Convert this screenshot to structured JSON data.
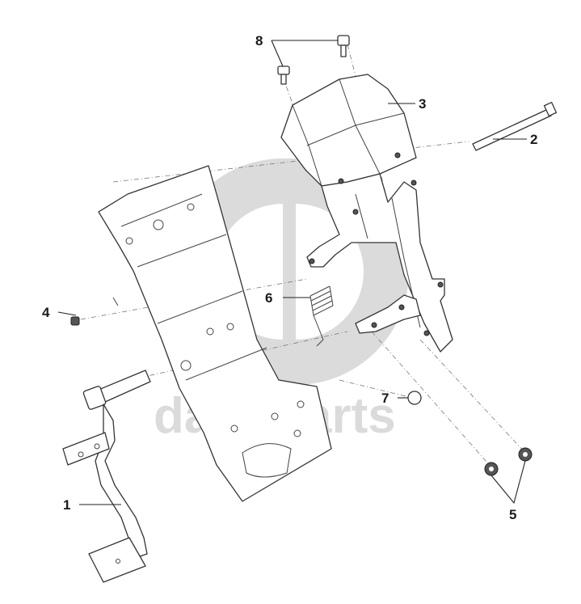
{
  "diagram": {
    "watermark": {
      "text": "data-parts"
    },
    "callouts": [
      {
        "id": "1",
        "label": "1"
      },
      {
        "id": "2",
        "label": "2"
      },
      {
        "id": "3",
        "label": "3"
      },
      {
        "id": "4",
        "label": "4"
      },
      {
        "id": "5",
        "label": "5"
      },
      {
        "id": "6",
        "label": "6"
      },
      {
        "id": "7",
        "label": "7"
      },
      {
        "id": "8",
        "label": "8"
      }
    ]
  }
}
